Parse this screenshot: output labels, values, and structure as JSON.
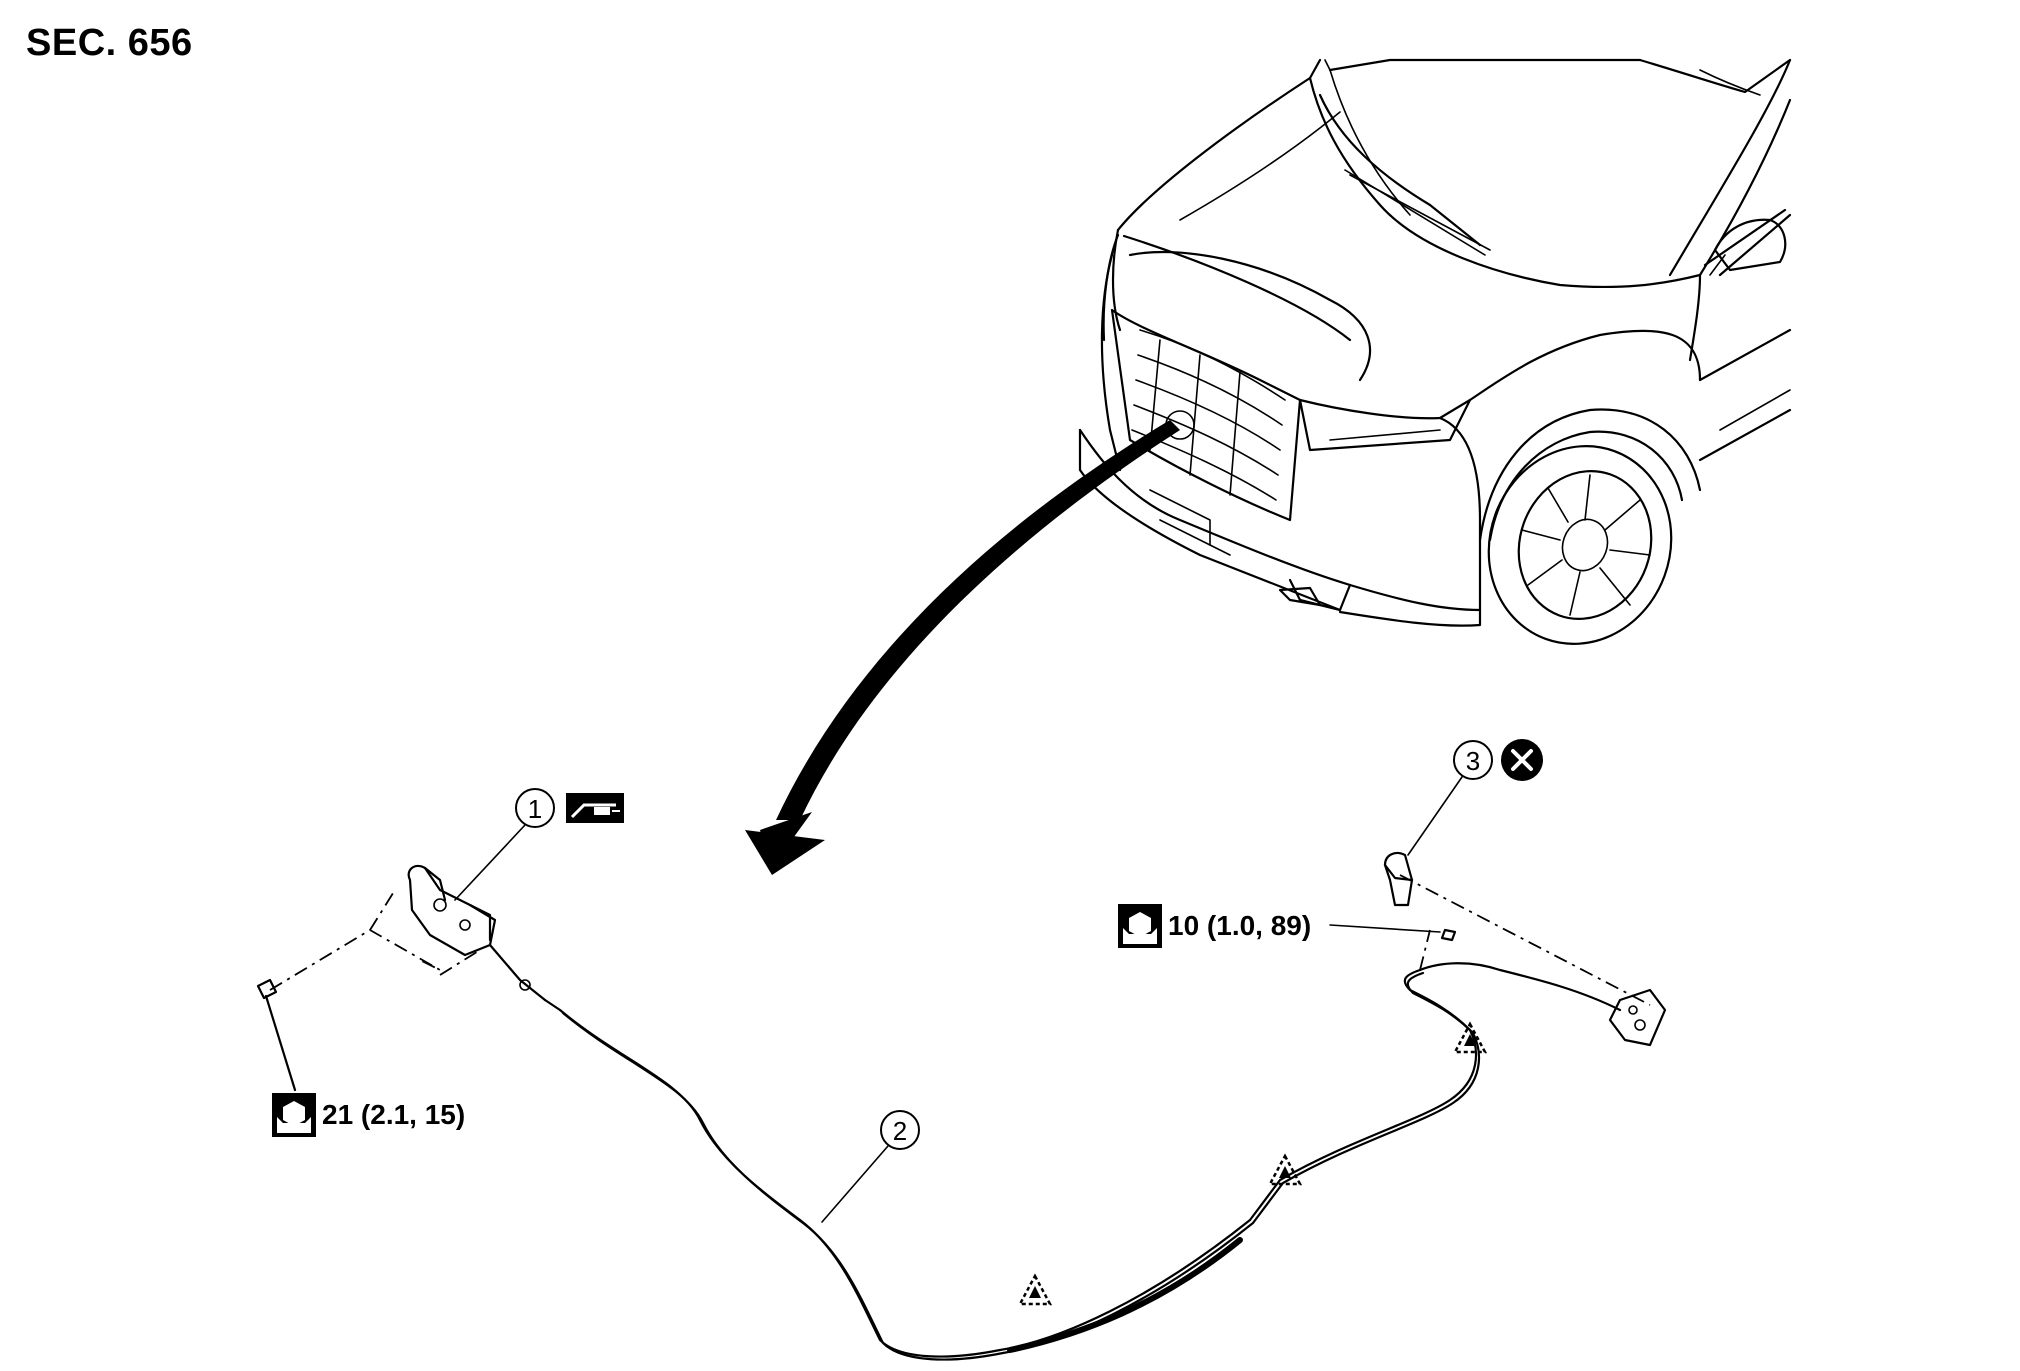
{
  "section": {
    "title": "SEC. 656"
  },
  "callouts": [
    {
      "number": "1",
      "part": "hood-lock"
    },
    {
      "number": "2",
      "part": "hood-lock-cable"
    },
    {
      "number": "3",
      "part": "grommet"
    }
  ],
  "torque_specs": [
    {
      "id": "hood-lock-bolt",
      "value": "21 (2.1, 15)"
    },
    {
      "id": "cable-handle-bolt",
      "value": "10 (1.0, 89)"
    }
  ],
  "symbols": {
    "grease": "grease-gun-icon",
    "do_not_reuse": "do-not-reuse-icon",
    "clip": "clip-triangle-icon",
    "torque": "torque-wrench-icon"
  },
  "colors": {
    "line": "#000000",
    "background": "#ffffff"
  }
}
